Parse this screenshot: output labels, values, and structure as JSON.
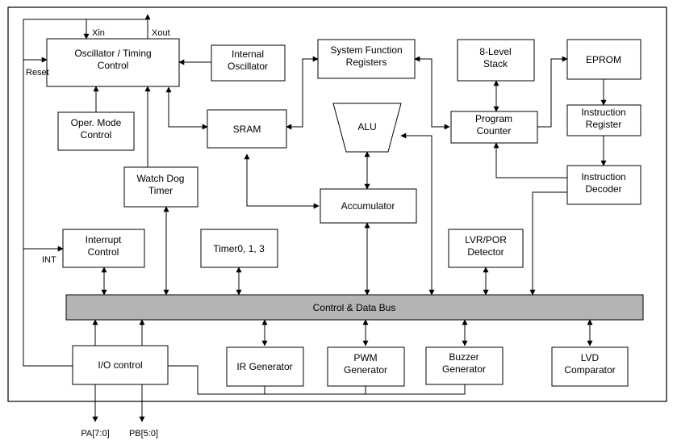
{
  "blocks": {
    "osc_timing": [
      "Oscillator / Timing",
      "Control"
    ],
    "internal_osc": [
      "Internal",
      "Oscillator"
    ],
    "sys_func_reg": [
      "System Function",
      "Registers"
    ],
    "stack": [
      "8-Level",
      "Stack"
    ],
    "eprom": [
      "EPROM"
    ],
    "oper_mode": [
      "Oper. Mode",
      "Control"
    ],
    "sram": [
      "SRAM"
    ],
    "alu": [
      "ALU"
    ],
    "program_counter": [
      "Program",
      "Counter"
    ],
    "instruction_register": [
      "Instruction",
      "Register"
    ],
    "watchdog": [
      "Watch Dog",
      "Timer"
    ],
    "instruction_decoder": [
      "Instruction",
      "Decoder"
    ],
    "accumulator": [
      "Accumulator"
    ],
    "interrupt_control": [
      "Interrupt",
      "Control"
    ],
    "timer": [
      "Timer0, 1, 3"
    ],
    "lvr_por": [
      "LVR/POR",
      "Detector"
    ],
    "bus": [
      "Control & Data Bus"
    ],
    "io_control": [
      "I/O control"
    ],
    "ir_generator": [
      "IR Generator"
    ],
    "pwm_generator": [
      "PWM",
      "Generator"
    ],
    "buzzer_generator": [
      "Buzzer",
      "Generator"
    ],
    "lvd_comparator": [
      "LVD",
      "Comparator"
    ]
  },
  "signals": {
    "xin": "Xin",
    "xout": "Xout",
    "reset": "Reset",
    "int": "INT",
    "pa": "PA[7:0]",
    "pb": "PB[5:0]"
  }
}
